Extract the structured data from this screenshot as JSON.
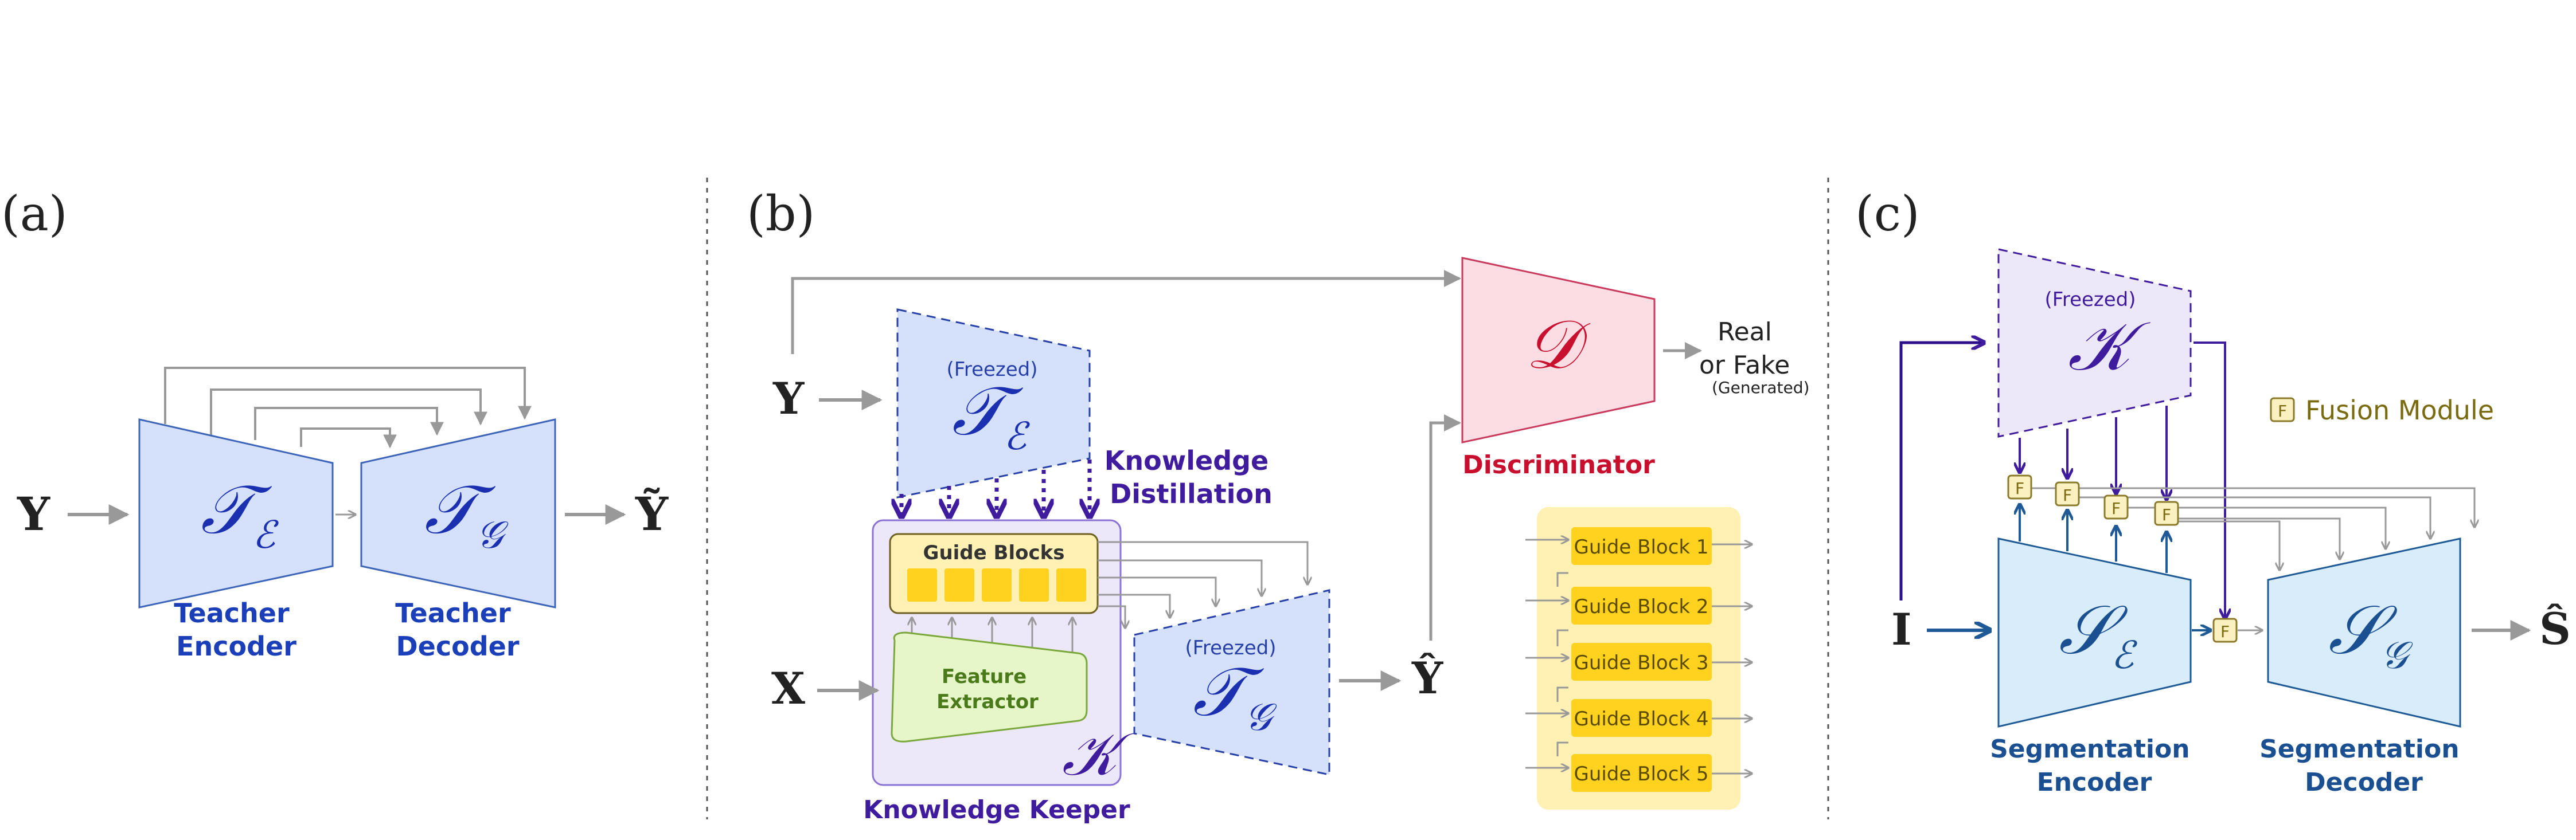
{
  "panel_a": {
    "tag": "(a)",
    "input_symbol": "Y",
    "output_symbol": "Ỹ",
    "encoder": {
      "symbol": "𝒯",
      "sub": "ℰ",
      "label_line1": "Teacher",
      "label_line2": "Encoder"
    },
    "decoder": {
      "symbol": "𝒯",
      "sub": "𝒢",
      "label_line1": "Teacher",
      "label_line2": "Decoder"
    }
  },
  "panel_b": {
    "tag": "(b)",
    "input_y": "Y",
    "input_x": "X",
    "output_symbol": "Ŷ",
    "teacher_encoder": {
      "symbol": "𝒯",
      "sub": "ℰ",
      "note": "(Freezed)"
    },
    "teacher_decoder": {
      "symbol": "𝒯",
      "sub": "𝒢",
      "note": "(Freezed)"
    },
    "distillation_label_line1": "Knowledge",
    "distillation_label_line2": "Distillation",
    "guide_blocks_title": "Guide Blocks",
    "feature_extractor_line1": "Feature",
    "feature_extractor_line2": "Extractor",
    "keeper_symbol": "𝒦",
    "keeper_label": "Knowledge Keeper",
    "discriminator": {
      "symbol": "𝒟",
      "label": "Discriminator"
    },
    "real_fake_line1": "Real",
    "real_fake_line2": "or Fake",
    "real_fake_note": "(Generated)",
    "guide_block_list": [
      "Guide Block 1",
      "Guide Block 2",
      "Guide Block 3",
      "Guide Block 4",
      "Guide Block 5"
    ]
  },
  "panel_c": {
    "tag": "(c)",
    "input_symbol": "I",
    "output_symbol": "Ŝ",
    "keeper": {
      "symbol": "𝒦",
      "note": "(Freezed)"
    },
    "fusion_mark": "F",
    "fusion_legend": "Fusion Module",
    "seg_encoder": {
      "symbol": "𝒮",
      "sub": "ℰ",
      "label_line1": "Segmentation",
      "label_line2": "Encoder"
    },
    "seg_decoder": {
      "symbol": "𝒮",
      "sub": "𝒢",
      "label_line1": "Segmentation",
      "label_line2": "Decoder"
    }
  },
  "colors": {
    "teacher_fill": "#d5e0fb",
    "teacher_stroke": "#3c64b9",
    "label_blue": "#1a3fb8",
    "math_blue": "#1a30b0",
    "keeper_fill": "#ede7fa",
    "keeper_stroke": "#6a4fc8",
    "purple_text": "#3f1b9e",
    "disc_fill": "#fcdde3",
    "disc_stroke": "#c93a5c",
    "disc_text": "#c8102e",
    "guide_fill": "#ffd21f",
    "guide_bg": "#fff1b3",
    "feature_fill": "#e7f6c8",
    "feature_stroke": "#7aa83a",
    "feature_text": "#4a7a1a",
    "seg_fill": "#d8ecfa",
    "seg_stroke": "#1e5b96",
    "seg_text": "#1a4f91",
    "fusion_fill": "#fbf1c0",
    "fusion_stroke": "#8a7a2a",
    "fusion_text": "#7a6a10",
    "arrow_gray": "#999999",
    "dark_purple": "#2d0f8a"
  }
}
